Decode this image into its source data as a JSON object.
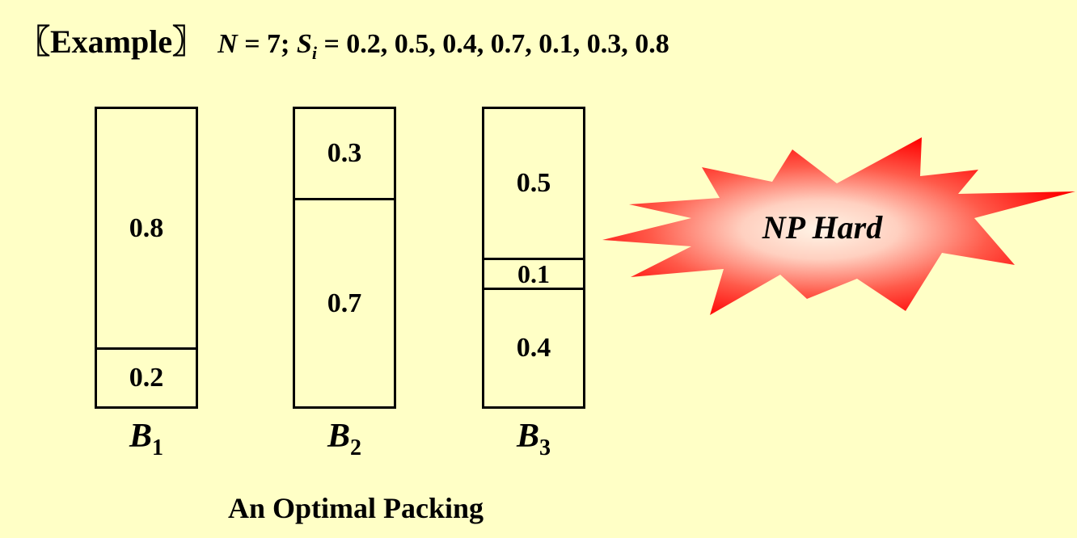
{
  "title": {
    "example_label": "〖Example〗",
    "n_var": "N",
    "n_eq": " = 7; ",
    "s_var": "S",
    "s_sub": "i",
    "s_values": " = 0.2, 0.5, 0.4, 0.7, 0.1, 0.3, 0.8"
  },
  "bins": [
    {
      "name": "B",
      "sub": "1",
      "items": [
        {
          "value": "0.8",
          "size": 0.8
        },
        {
          "value": "0.2",
          "size": 0.2
        }
      ]
    },
    {
      "name": "B",
      "sub": "2",
      "items": [
        {
          "value": "0.3",
          "size": 0.3
        },
        {
          "value": "0.7",
          "size": 0.7
        }
      ]
    },
    {
      "name": "B",
      "sub": "3",
      "items": [
        {
          "value": "0.5",
          "size": 0.5
        },
        {
          "value": "0.1",
          "size": 0.1
        },
        {
          "value": "0.4",
          "size": 0.4
        }
      ]
    }
  ],
  "caption": "An Optimal Packing",
  "burst": {
    "label": "NP Hard",
    "colors": {
      "center": "#fff4e6",
      "edge": "#ff0000"
    }
  },
  "colors": {
    "background": "#ffffc6"
  }
}
